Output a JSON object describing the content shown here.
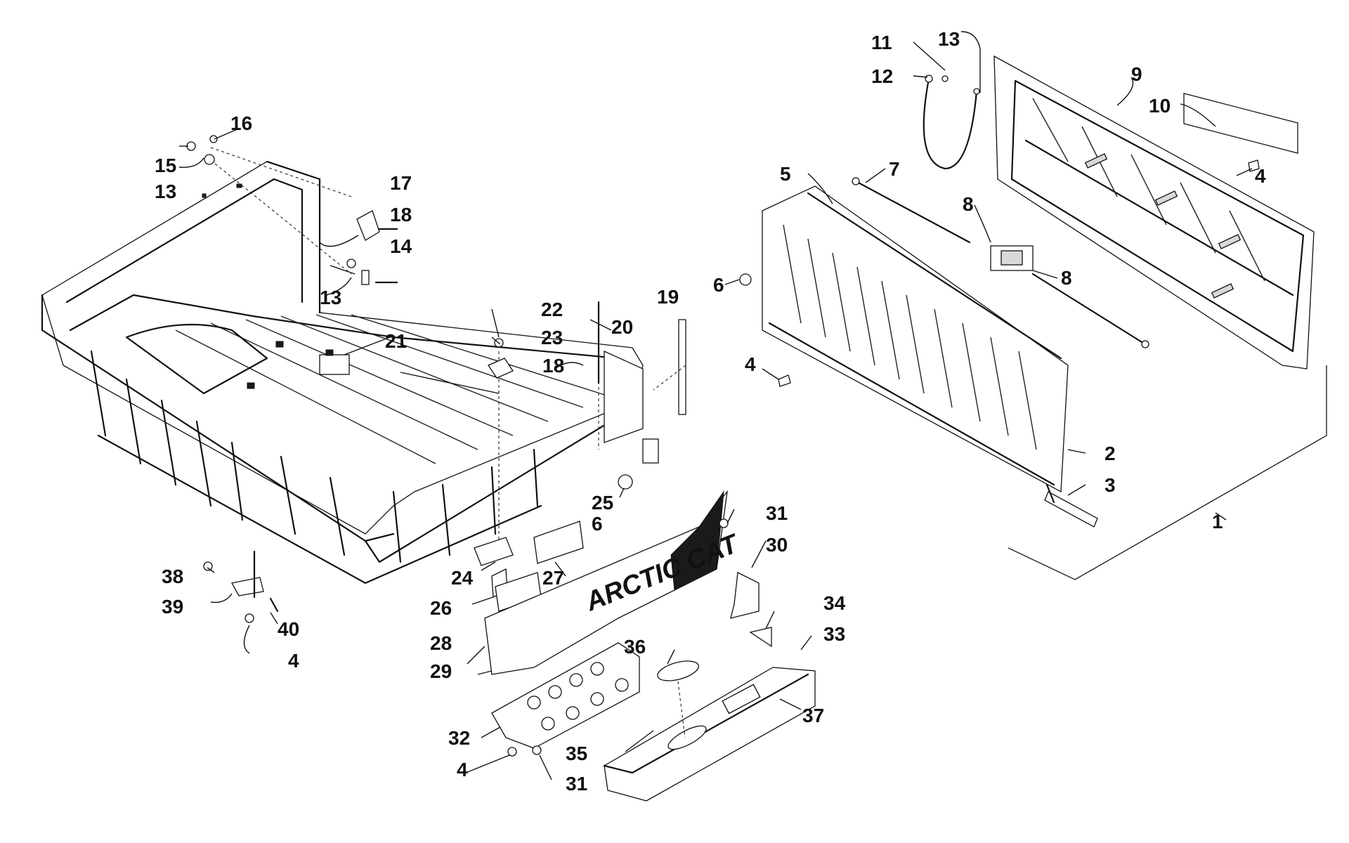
{
  "diagram": {
    "decal_text": "ARCTIC CAT",
    "callouts": {
      "c1": "1",
      "c2": "2",
      "c3": "3",
      "c4a": "4",
      "c4b": "4",
      "c4c": "4",
      "c4d": "4",
      "c5": "5",
      "c6a": "6",
      "c6b": "6",
      "c7": "7",
      "c8a": "8",
      "c8b": "8",
      "c9": "9",
      "c10": "10",
      "c11": "11",
      "c12": "12",
      "c13a": "13",
      "c13b": "13",
      "c13c": "13",
      "c14": "14",
      "c15": "15",
      "c16": "16",
      "c17": "17",
      "c18a": "18",
      "c18b": "18",
      "c19": "19",
      "c20": "20",
      "c21": "21",
      "c22": "22",
      "c23": "23",
      "c24": "24",
      "c25": "25",
      "c26": "26",
      "c27": "27",
      "c28": "28",
      "c29": "29",
      "c30": "30",
      "c31a": "31",
      "c31b": "31",
      "c32": "32",
      "c33": "33",
      "c34": "34",
      "c35": "35",
      "c36": "36",
      "c37": "37",
      "c38": "38",
      "c39": "39",
      "c40": "40"
    }
  }
}
